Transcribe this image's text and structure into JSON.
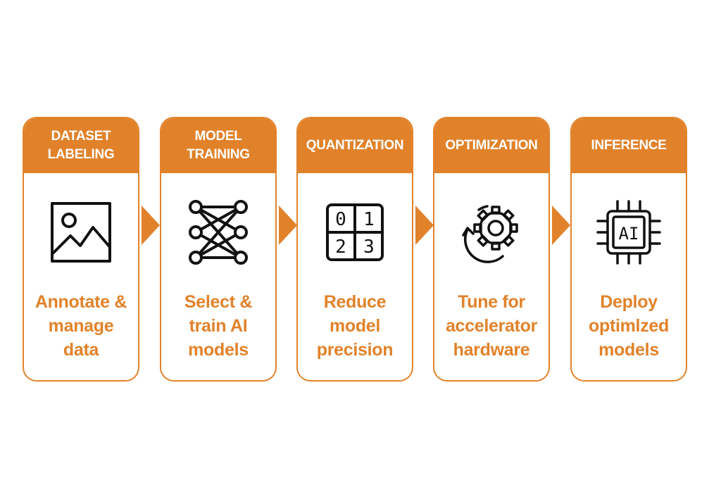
{
  "accent_color": "#e1822a",
  "steps": [
    {
      "title": "DATASET\nLABELING",
      "description": "Annotate &\nmanage\ndata",
      "icon": "image-icon"
    },
    {
      "title": "MODEL\nTRAINING",
      "description": "Select &\ntrain AI\nmodels",
      "icon": "neural-network-icon"
    },
    {
      "title": "QUANTIZATION",
      "description": "Reduce\nmodel\nprecision",
      "icon": "grid-numbers-icon",
      "icon_text": [
        "0",
        "1",
        "2",
        "3"
      ]
    },
    {
      "title": "OPTIMIZATION",
      "description": "Tune for\naccelerator\nhardware",
      "icon": "gear-cycle-icon"
    },
    {
      "title": "INFERENCE",
      "description": "Deploy\noptimlzed\nmodels",
      "icon": "ai-chip-icon",
      "icon_text": "AI"
    }
  ]
}
